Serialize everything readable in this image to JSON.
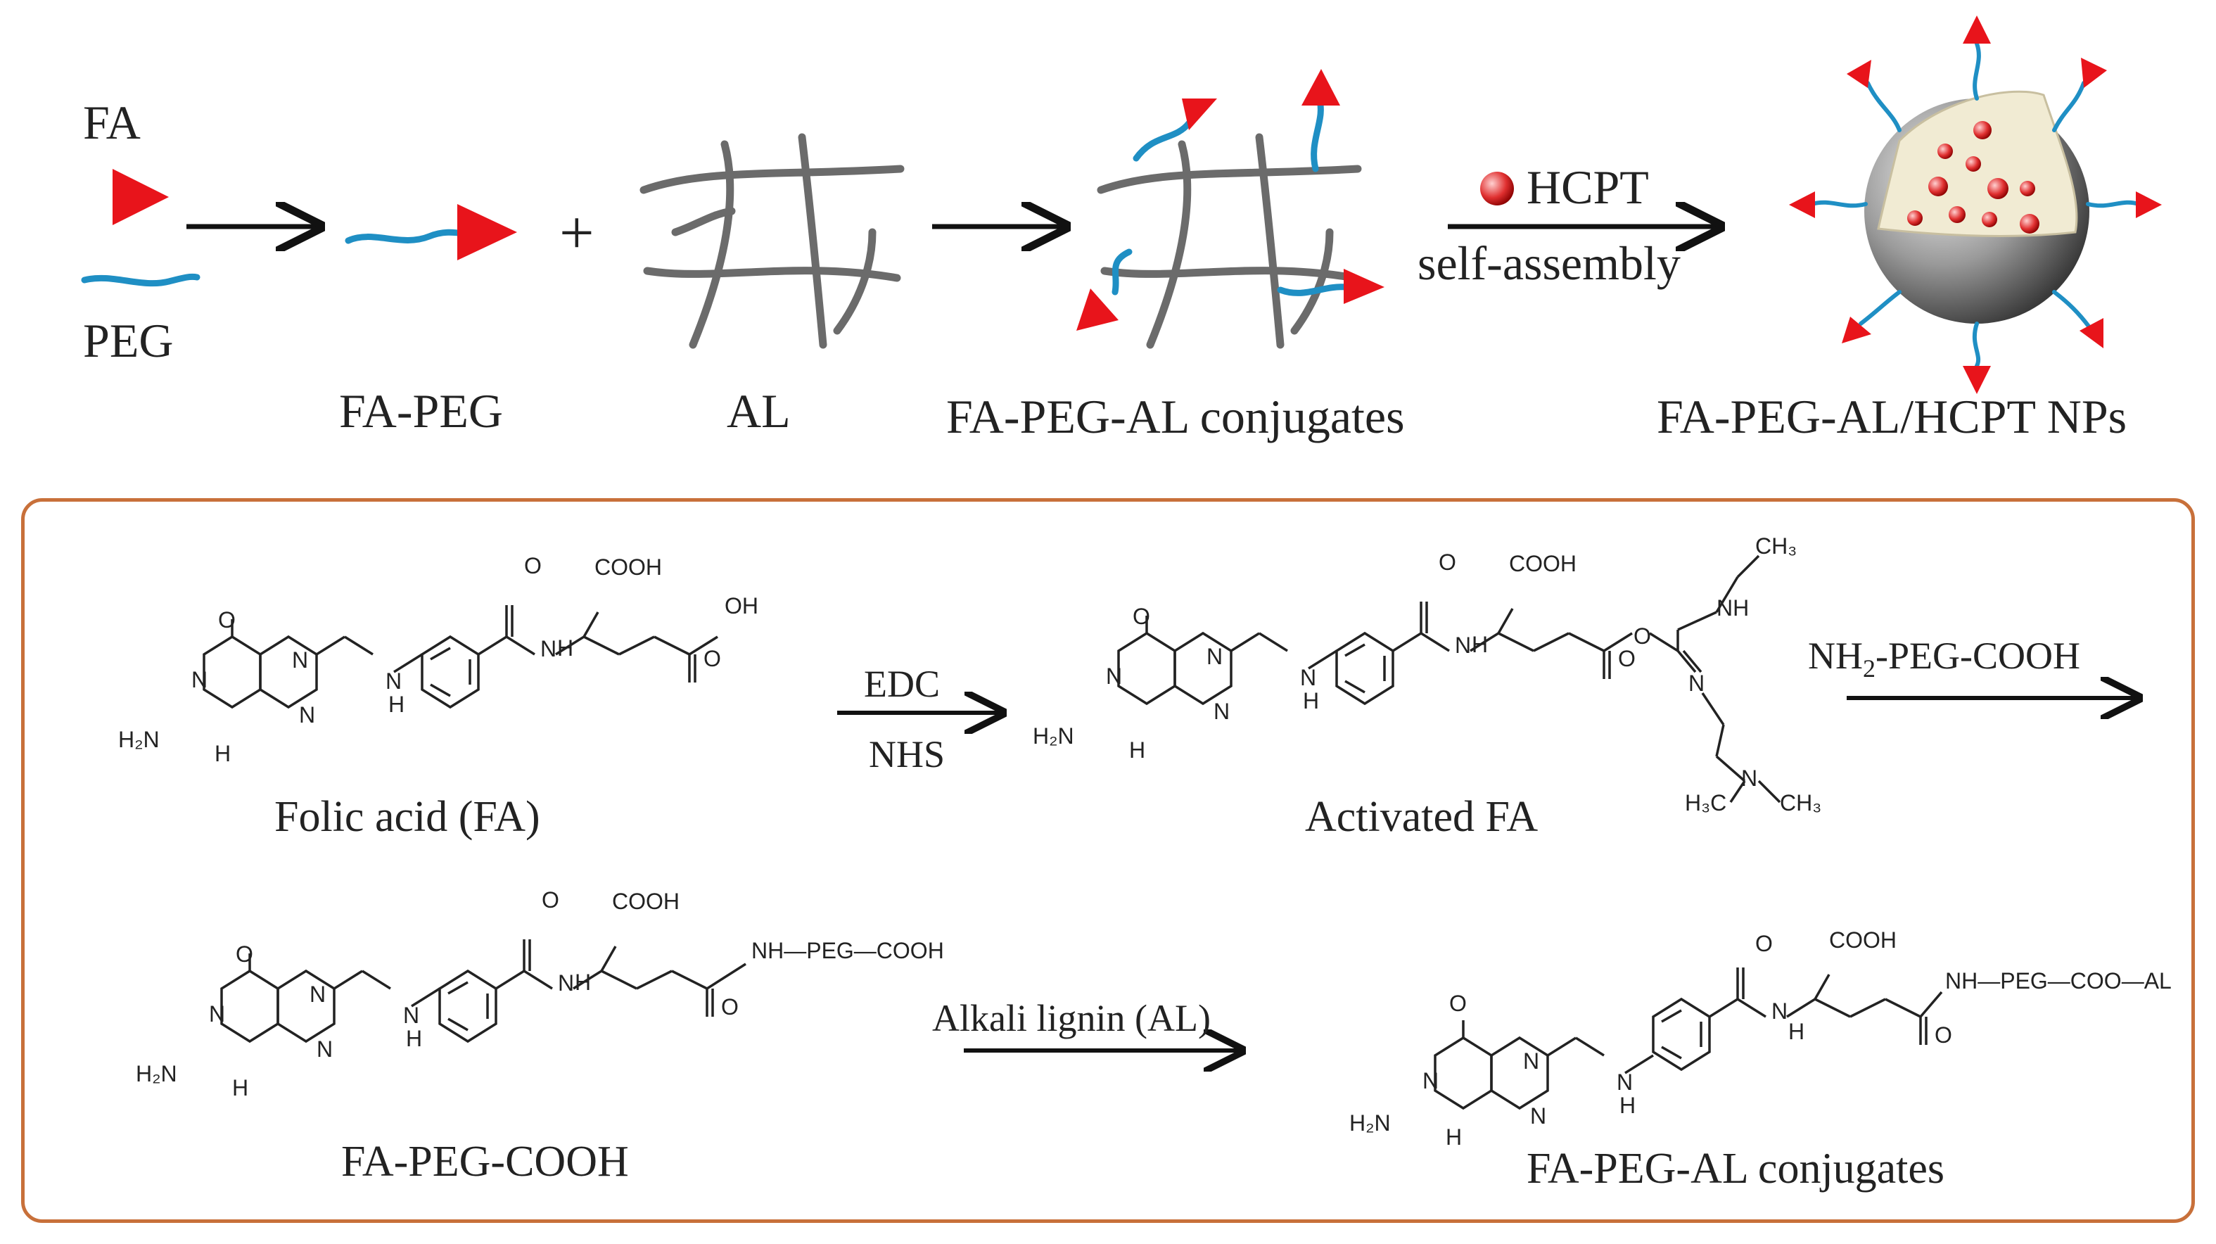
{
  "scheme": {
    "top": {
      "fa": "FA",
      "peg": "PEG",
      "plus": "+",
      "fa_peg": "FA-PEG",
      "al": "AL",
      "conjugates": "FA-PEG-AL conjugates",
      "hcpt": "HCPT",
      "self_assembly": "self-assembly",
      "nps": "FA-PEG-AL/HCPT NPs"
    },
    "bottom": {
      "folic_acid": "Folic acid (FA)",
      "edc": "EDC",
      "nhs": "NHS",
      "activated_fa": "Activated FA",
      "nh2_peg_cooh_pre": "NH",
      "nh2_peg_cooh_sub": "2",
      "nh2_peg_cooh_post": "-PEG-COOH",
      "fa_peg_cooh": "FA-PEG-COOH",
      "alkali_lignin": "Alkali lignin (AL)",
      "fa_peg_al_conj": "FA-PEG-AL conjugates"
    },
    "atoms": {
      "o": "O",
      "n": "N",
      "h": "H",
      "nh": "NH",
      "h2n": "H₂N",
      "cooh": "COOH",
      "oh": "OH",
      "ch3": "CH₃",
      "h3c": "H₃C",
      "peg_cooh_tail": "NH—PEG—COOH",
      "peg_al_tail": "NH—PEG—COO—AL"
    },
    "colors": {
      "fa_red": "#e8141b",
      "peg_blue": "#1f8fc4",
      "lignin_gray": "#6b6b6b",
      "panel_border": "#c8703a"
    }
  }
}
